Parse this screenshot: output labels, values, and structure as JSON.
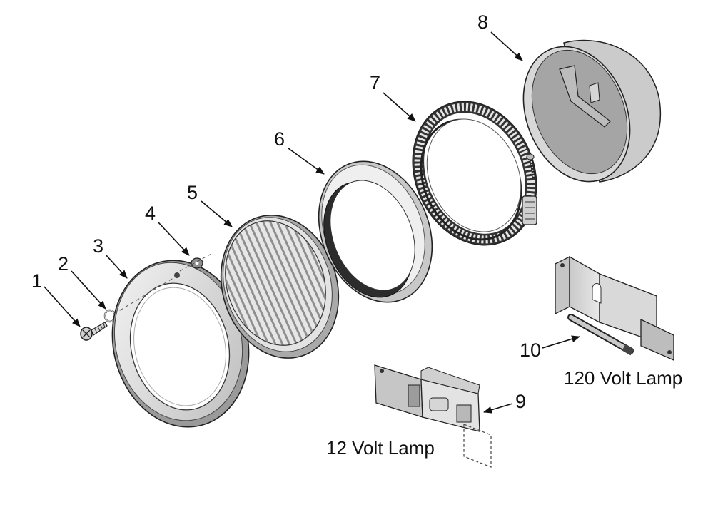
{
  "diagram": {
    "callouts": [
      {
        "id": "1",
        "label": "1"
      },
      {
        "id": "2",
        "label": "2"
      },
      {
        "id": "3",
        "label": "3"
      },
      {
        "id": "4",
        "label": "4"
      },
      {
        "id": "5",
        "label": "5"
      },
      {
        "id": "6",
        "label": "6"
      },
      {
        "id": "7",
        "label": "7"
      },
      {
        "id": "8",
        "label": "8"
      },
      {
        "id": "9",
        "label": "9"
      },
      {
        "id": "10",
        "label": "10"
      }
    ],
    "captions": {
      "lamp_12v": "12 Volt Lamp",
      "lamp_120v": "120 Volt Lamp"
    }
  }
}
